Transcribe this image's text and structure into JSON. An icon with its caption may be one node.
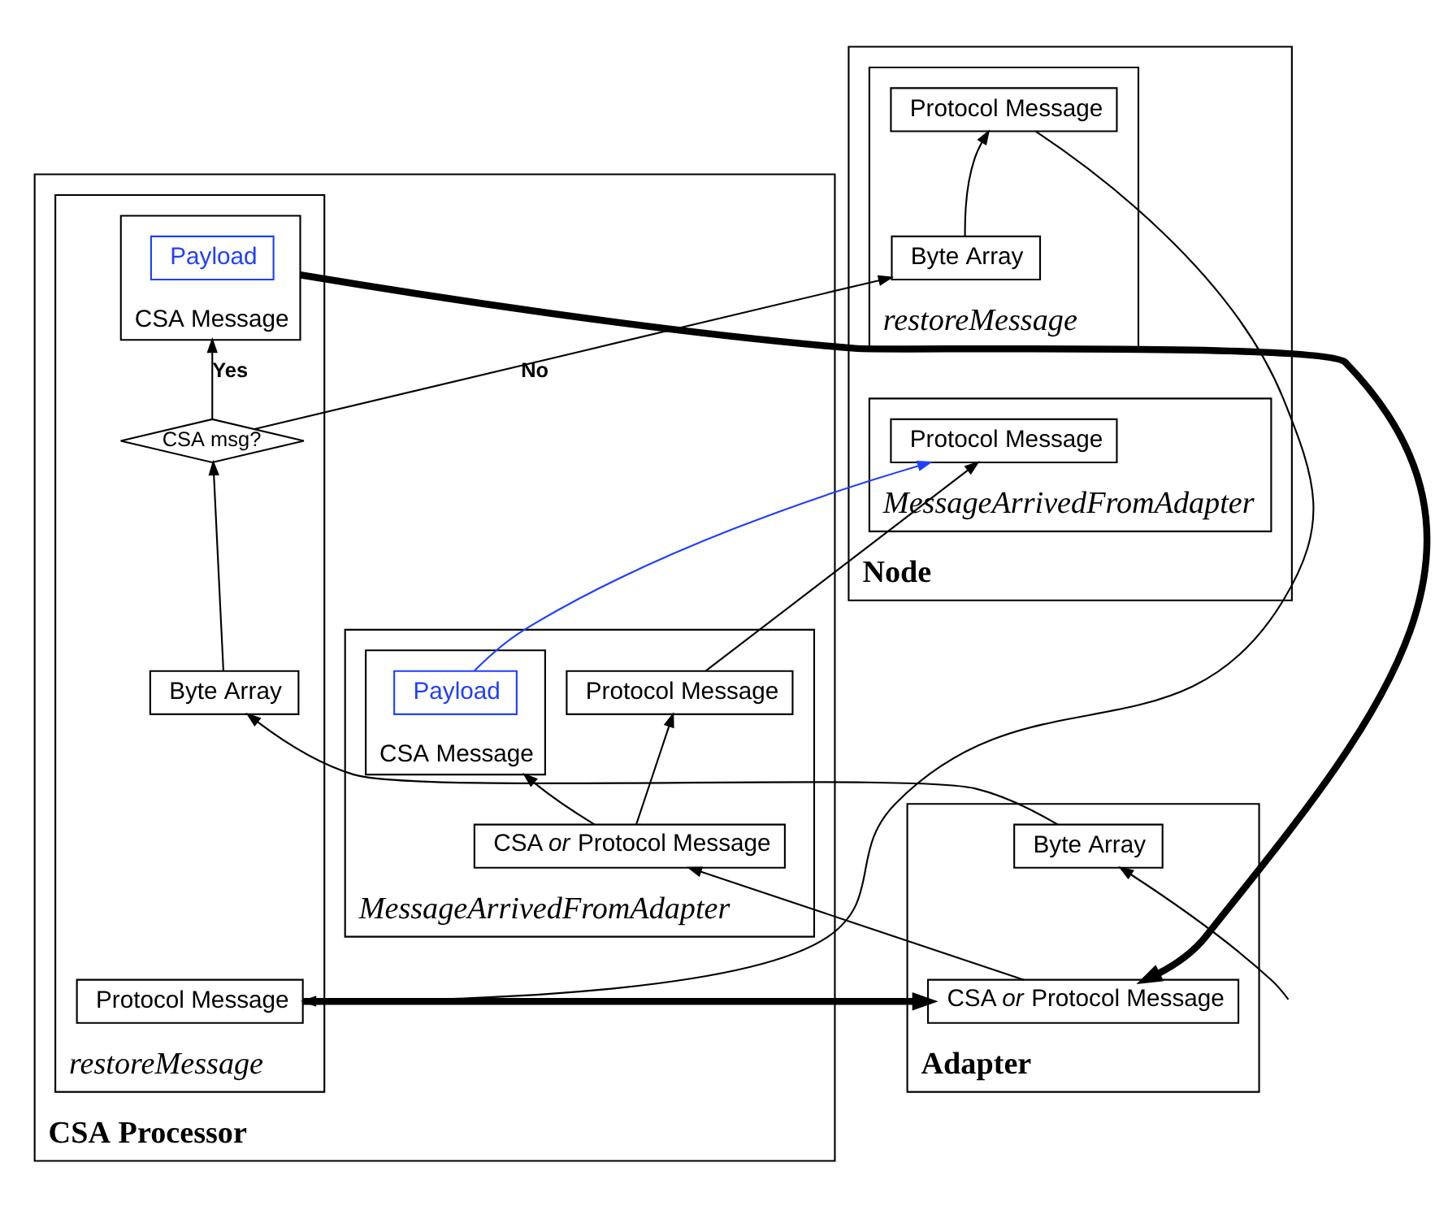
{
  "diagram": {
    "nodes": [
      {
        "text": [
          "Node"
        ]
      },
      {
        "text": [
          "restoreMessage"
        ],
        "in": 0
      },
      {
        "text": [
          "Byte Array"
        ],
        "in": 1
      },
      {
        "text": [
          "Protocol Message"
        ],
        "in": 1
      },
      {
        "text": [
          "MessageArrivedFromAdapter"
        ],
        "in": 0
      },
      {
        "text": [
          "Protocol Message"
        ],
        "in": 4
      },
      {
        "text": [
          "CSA Processor"
        ]
      },
      {
        "text": [
          "restoreMessage"
        ],
        "in": 6
      },
      {
        "text": [
          "Protocol Message"
        ],
        "in": 7
      },
      {
        "text": [
          "CSA msg?"
        ],
        "in": 7
      },
      {
        "text": [
          "CSA Message"
        ],
        "in": 7
      },
      {
        "text": [
          "Payload"
        ],
        "in": 10
      },
      {
        "text": [
          "Byte Array"
        ],
        "in": 7
      },
      {
        "text": [
          "MessageArrivedFromAdapter"
        ],
        "in": 6
      },
      {
        "text": [
          "CSA Message"
        ],
        "in": 13
      },
      {
        "text": [
          "Payload"
        ],
        "in": 14
      },
      {
        "text": [
          "Protocol Message"
        ],
        "in": 13
      },
      {
        "text": [
          "CSA *or* Protocol Message"
        ],
        "in": 13
      },
      {
        "text": [
          "Adapter"
        ]
      },
      {
        "text": [
          "Byte Array"
        ],
        "in": 18
      },
      {
        "text": [
          "CSA *or* Protocol Message"
        ],
        "in": 18
      }
    ],
    "edges": [
      {
        "from": null,
        "to": 19,
        "arrow": "to"
      },
      {
        "from": 19,
        "to": 12,
        "arrow": "to"
      },
      {
        "from": 12,
        "to": 9,
        "arrow": "to"
      },
      {
        "from": 9,
        "to": 2,
        "arrow": "to",
        "label": "No"
      },
      {
        "from": 9,
        "to": 10,
        "arrow": "to",
        "label": "Yes"
      },
      {
        "from": 2,
        "to": 3,
        "arrow": "to"
      },
      {
        "from": 3,
        "to": 8,
        "arrow": "to"
      },
      {
        "from": 8,
        "to": 20,
        "arrow": "to",
        "style": "thick"
      },
      {
        "from": 10,
        "to": 20,
        "arrow": "to",
        "style": "thick"
      },
      {
        "from": 20,
        "to": 17,
        "arrow": "to"
      },
      {
        "from": 17,
        "to": 14,
        "arrow": "to"
      },
      {
        "from": 17,
        "to": 16,
        "arrow": "to"
      },
      {
        "from": 16,
        "to": 5,
        "arrow": "to"
      },
      {
        "from": 15,
        "to": 5,
        "arrow": "to",
        "color": "#1f3fff"
      }
    ]
  }
}
